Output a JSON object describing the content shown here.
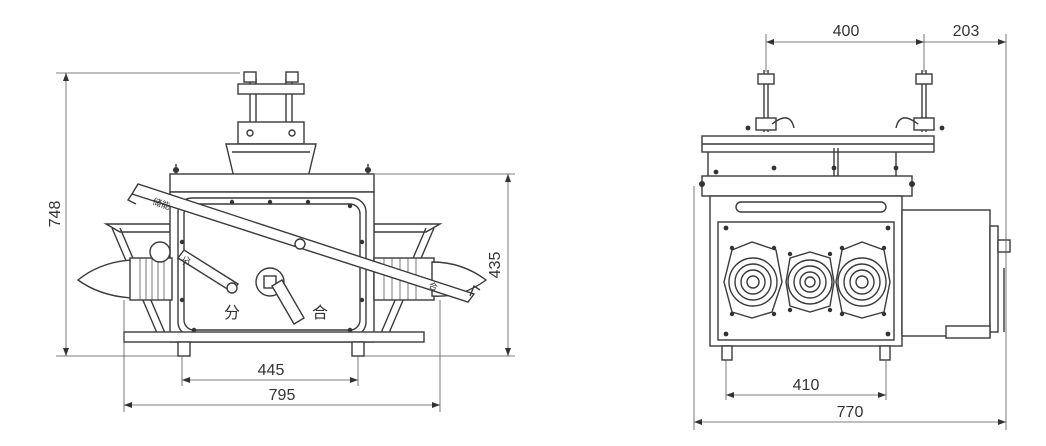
{
  "front_view": {
    "dimensions": {
      "height_total": "748",
      "height_body": "435",
      "mount_width": "445",
      "overall_width": "795"
    },
    "labels": {
      "lever_label": "储能",
      "open_label": "分",
      "close_label": "合",
      "small_open_label": "分",
      "small_close_label": "合"
    }
  },
  "side_view": {
    "dimensions": {
      "mount_spacing": "400",
      "mount_offset": "203",
      "base_width": "410",
      "overall_width": "770"
    }
  }
}
